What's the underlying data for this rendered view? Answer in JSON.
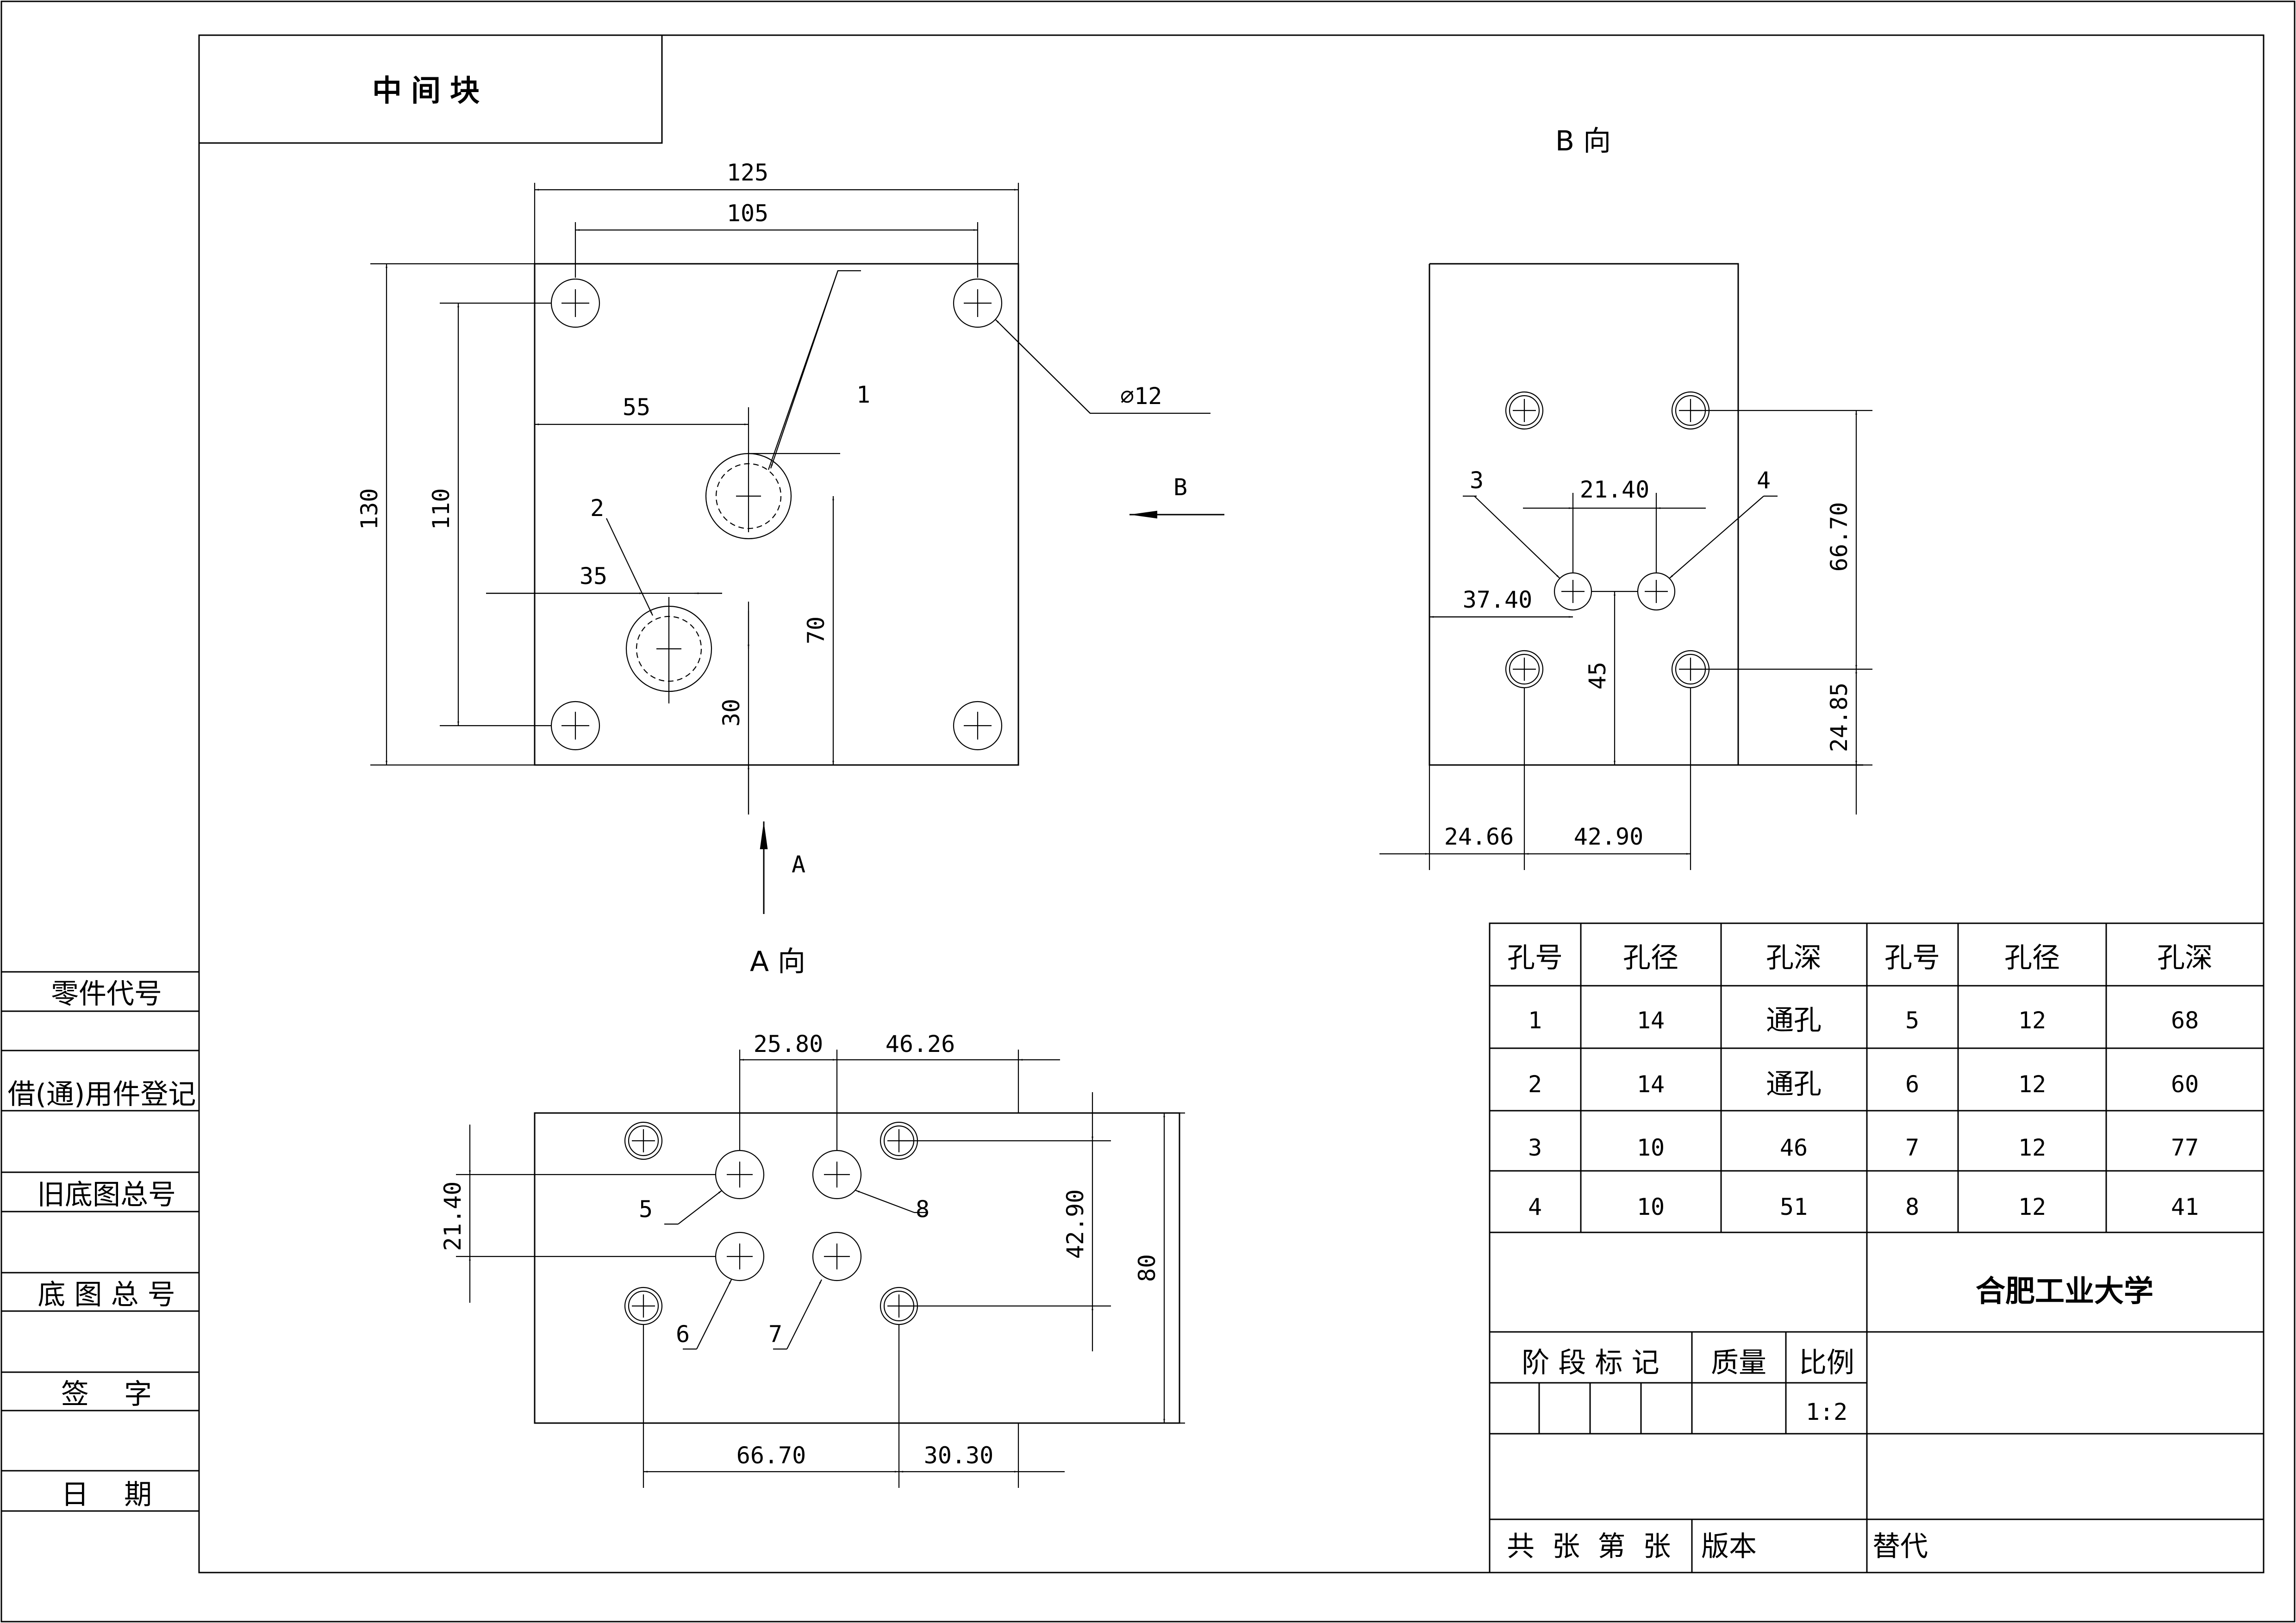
{
  "title_block": {
    "part_name": "中间块"
  },
  "view_labels": {
    "b_view": "B 向",
    "a_view": "A 向",
    "arrow_a": "A",
    "arrow_b": "B"
  },
  "front_view": {
    "dims": {
      "width_125": "125",
      "width_105": "105",
      "height_130": "130",
      "height_110": "110",
      "d55": "55",
      "d35": "35",
      "d70": "70",
      "d30": "30",
      "dia12": "∅12"
    },
    "callouts": {
      "c1": "1",
      "c2": "2"
    }
  },
  "b_view": {
    "dims": {
      "d2140": "21.40",
      "d3740": "37.40",
      "d6670": "66.70",
      "d45": "45",
      "d2485": "24.85",
      "d2466": "24.66",
      "d4290": "42.90"
    },
    "callouts": {
      "c3": "3",
      "c4": "4"
    }
  },
  "a_view": {
    "dims": {
      "d2580": "25.80",
      "d4626": "46.26",
      "d2140": "21.40",
      "d4290": "42.90",
      "d80": "80",
      "d6670": "66.70",
      "d3030": "30.30"
    },
    "callouts": {
      "c5": "5",
      "c6": "6",
      "c7": "7",
      "c8": "8"
    }
  },
  "hole_table": {
    "headers": [
      "孔号",
      "孔径",
      "孔深",
      "孔号",
      "孔径",
      "孔深"
    ],
    "rows": [
      [
        "1",
        "14",
        "通孔",
        "5",
        "12",
        "68"
      ],
      [
        "2",
        "14",
        "通孔",
        "6",
        "12",
        "60"
      ],
      [
        "3",
        "10",
        "46",
        "7",
        "12",
        "77"
      ],
      [
        "4",
        "10",
        "51",
        "8",
        "12",
        "41"
      ]
    ]
  },
  "title_block_info": {
    "school": "合肥工业大学",
    "stage_mark": "阶 段 标 记",
    "mass": "质量",
    "scale_label": "比例",
    "scale_value": "1:2",
    "sheets": "共  张  第  张",
    "version": "版本",
    "replace": "替代"
  },
  "side_column": {
    "items": [
      "零件代号",
      "借(通)用件登记",
      "旧底图总号",
      "底 图 总 号",
      "签    字",
      "日    期"
    ]
  }
}
